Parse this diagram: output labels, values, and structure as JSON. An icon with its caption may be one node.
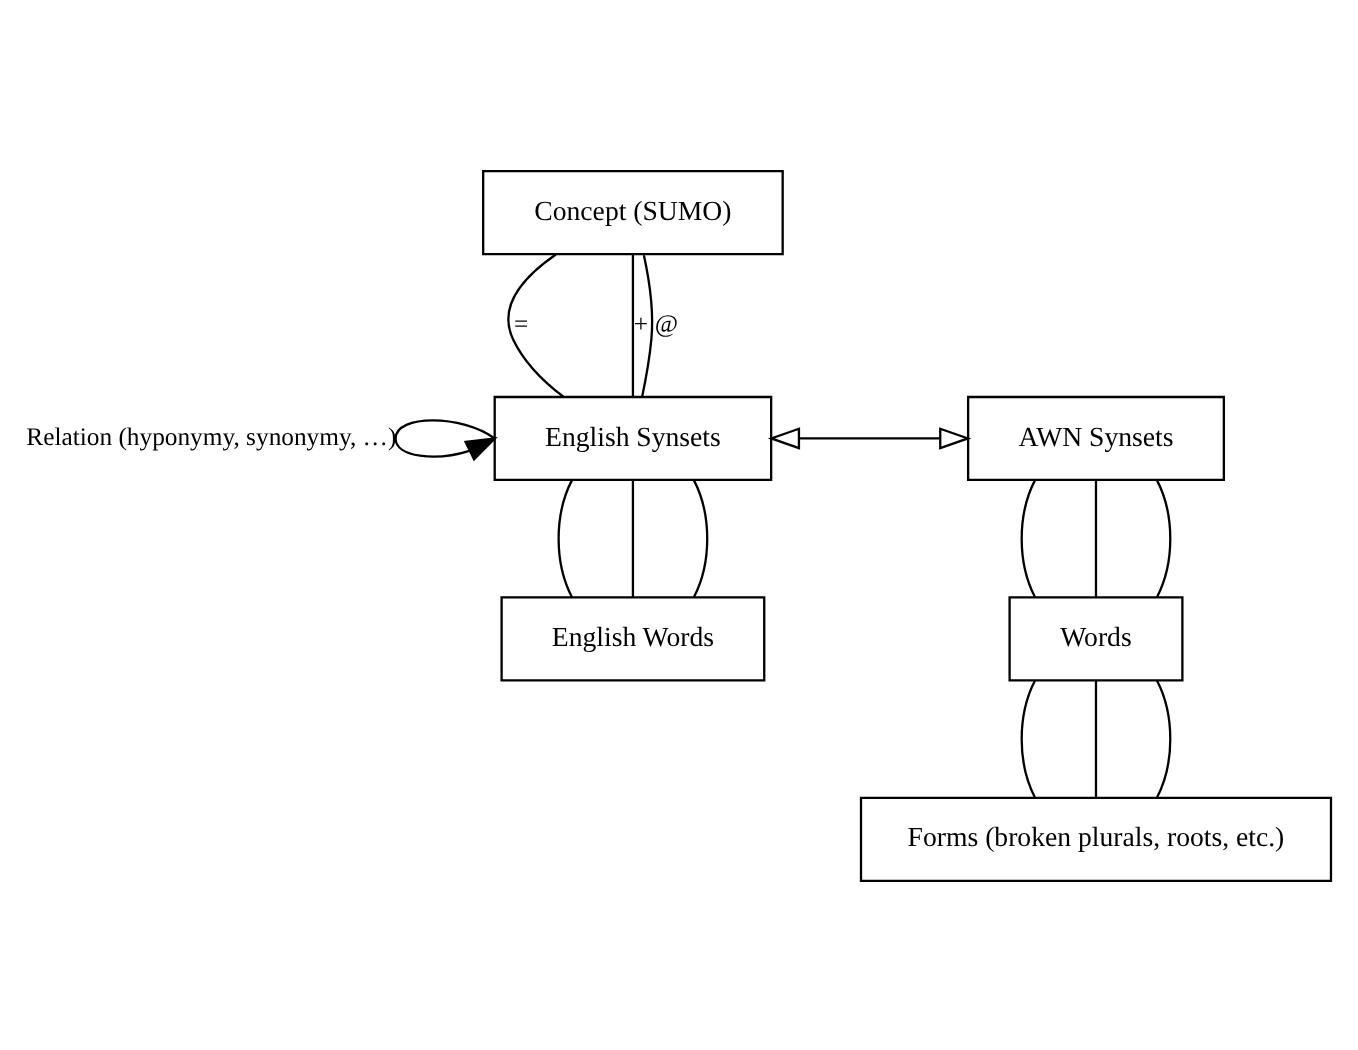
{
  "diagram": {
    "nodes": [
      {
        "text": [
          "Concept (SUMO)"
        ]
      },
      {
        "text": [
          "English Synsets"
        ]
      },
      {
        "text": [
          "AWN Synsets"
        ]
      },
      {
        "text": [
          "English Words"
        ]
      },
      {
        "text": [
          "Words"
        ]
      },
      {
        "text": [
          "Forms (broken plurals, roots, etc.)"
        ]
      }
    ],
    "edges": [
      {
        "from": 0,
        "to": 1,
        "arrow": "none",
        "label": "="
      },
      {
        "from": 0,
        "to": 1,
        "arrow": "none",
        "label": "+"
      },
      {
        "from": 0,
        "to": 1,
        "arrow": "none",
        "label": "@"
      },
      {
        "from": 1,
        "to": 1,
        "arrow": "to",
        "label": "Relation (hyponymy, synonymy, …)"
      },
      {
        "from": 1,
        "to": 2,
        "arrow": "both"
      },
      {
        "from": 1,
        "to": 3,
        "arrow": "none"
      },
      {
        "from": 1,
        "to": 3,
        "arrow": "none"
      },
      {
        "from": 1,
        "to": 3,
        "arrow": "none"
      },
      {
        "from": 2,
        "to": 4,
        "arrow": "none"
      },
      {
        "from": 2,
        "to": 4,
        "arrow": "none"
      },
      {
        "from": 2,
        "to": 4,
        "arrow": "none"
      },
      {
        "from": 4,
        "to": 5,
        "arrow": "none"
      },
      {
        "from": 4,
        "to": 5,
        "arrow": "none"
      },
      {
        "from": 4,
        "to": 5,
        "arrow": "none"
      }
    ]
  }
}
